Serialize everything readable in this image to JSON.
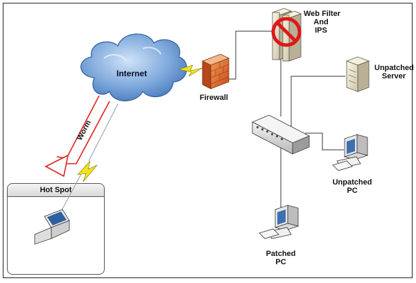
{
  "diagram": {
    "cloud_label": "Internet",
    "attack_label": "Worm",
    "hotspot_title": "Hot Spot",
    "devices": {
      "firewall": "Firewall",
      "web_filter_line1": "Web Filter",
      "web_filter_line2": "And",
      "web_filter_line3": "IPS",
      "unpatched_server_line1": "Unpatched",
      "unpatched_server_line2": "Server",
      "unpatched_pc_line1": "Unpatched",
      "unpatched_pc_line2": "PC",
      "patched_pc_line1": "Patched",
      "patched_pc_line2": "PC"
    },
    "colors": {
      "worm_arrow": "#e02020",
      "wireless_bolt": "#f2e21a",
      "cloud": "#6f9fd6",
      "firewall": "#e0652c",
      "block_sign": "#e01818",
      "wire": "#333333"
    },
    "icons": [
      "cloud-icon",
      "firewall-icon",
      "server-icon",
      "no-entry-icon",
      "switch-icon",
      "desktop-pc-icon",
      "laptop-icon",
      "lightning-icon",
      "arrow-icon"
    ]
  }
}
